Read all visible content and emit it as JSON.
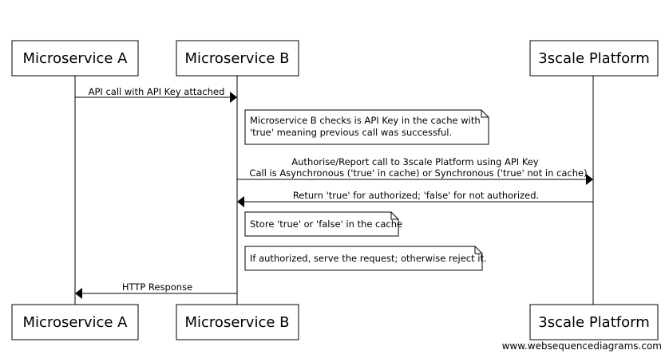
{
  "participants": [
    {
      "id": "a",
      "label": "Microservice A"
    },
    {
      "id": "b",
      "label": "Microservice B"
    },
    {
      "id": "p",
      "label": "3scale Platform"
    }
  ],
  "messages": [
    {
      "from": "a",
      "to": "b",
      "lines": [
        "API call with API Key attached"
      ]
    },
    {
      "from": "b",
      "to": "p",
      "lines": [
        "Authorise/Report call to 3scale Platform using API Key",
        "Call is Asynchronous ('true' in cache) or Synchronous ('true' not in cache)"
      ]
    },
    {
      "from": "p",
      "to": "b",
      "lines": [
        "Return 'true' for authorized; 'false' for not authorized."
      ]
    },
    {
      "from": "b",
      "to": "a",
      "lines": [
        "HTTP Response"
      ]
    }
  ],
  "notes": [
    {
      "lines": [
        "Microservice B checks is API Key in the cache with",
        "'true' meaning previous call was successful."
      ]
    },
    {
      "lines": [
        "Store 'true' or 'false' in the cache"
      ]
    },
    {
      "lines": [
        "If authorized, serve the request; otherwise reject it."
      ]
    }
  ],
  "watermark": "www.websequencediagrams.com"
}
